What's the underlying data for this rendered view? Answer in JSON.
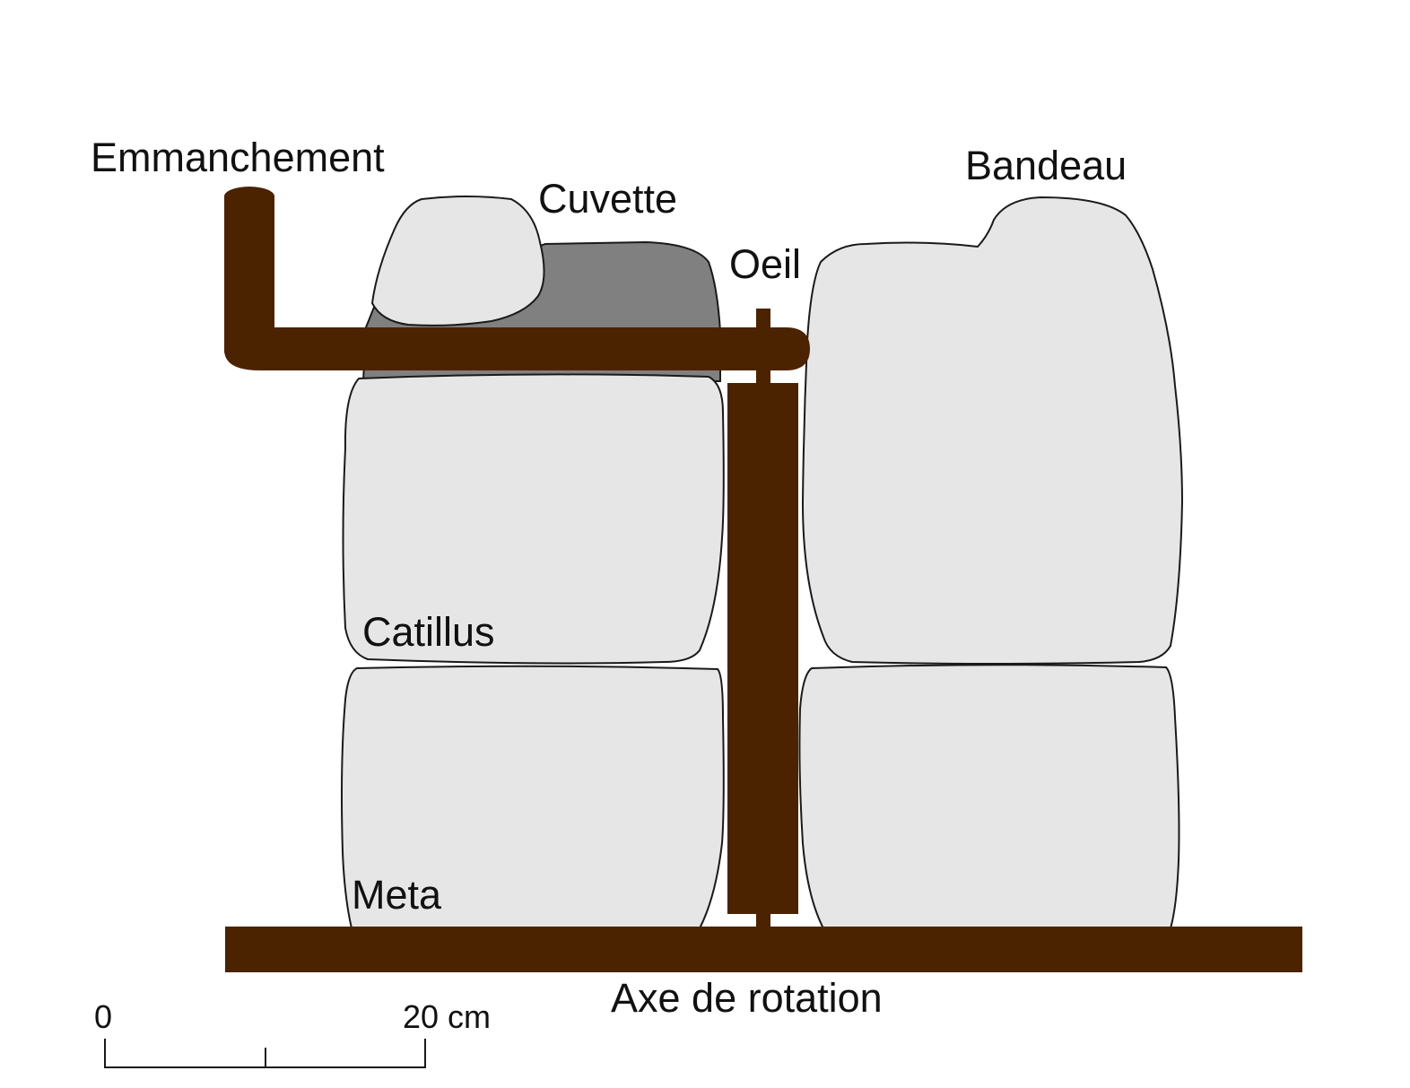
{
  "labels": {
    "emmanchement": "Emmanchement",
    "cuvette": "Cuvette",
    "oeil": "Oeil",
    "bandeau": "Bandeau",
    "catillus": "Catillus",
    "meta": "Meta",
    "axe": "Axe de rotation"
  },
  "scale_bar": {
    "start_label": "0",
    "end_label": "20 cm"
  },
  "colors": {
    "wood": "#4b2300",
    "stone": "#e6e6e6",
    "cuvette": "#808080",
    "outline": "#1a1a1a",
    "text": "#111111"
  }
}
